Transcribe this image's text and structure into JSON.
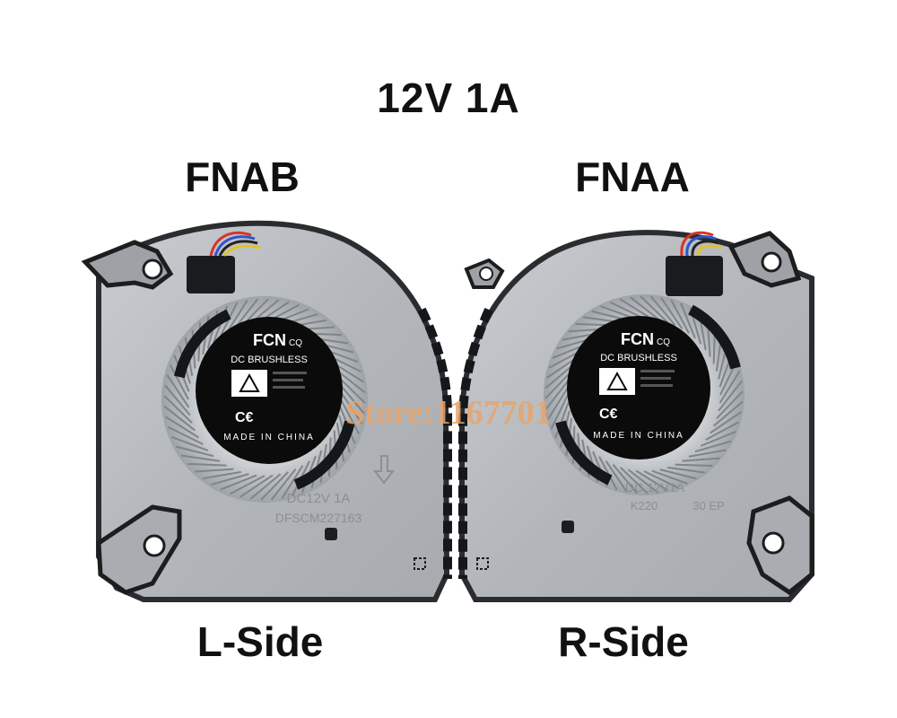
{
  "header": {
    "rating": "12V 1A"
  },
  "fans": [
    {
      "model": "FNAB",
      "side_label": "L-Side",
      "sticker": {
        "brand": "FCN",
        "brand_suffix": "CQ",
        "type": "DC BRUSHLESS",
        "origin": "MADE IN CHINA"
      },
      "stamp_line1": "DC12V 1A",
      "stamp_line2": "DFSCM227163"
    },
    {
      "model": "FNAA",
      "side_label": "R-Side",
      "sticker": {
        "brand": "FCN",
        "brand_suffix": "CQ",
        "type": "DC BRUSHLESS",
        "origin": "MADE IN CHINA"
      },
      "stamp_line1": "DC 12V1A",
      "stamp_line2": "K220",
      "stamp_line3": "30 EP"
    }
  ],
  "watermark": "Store:1167701",
  "colors": {
    "housing": "#b9bdc1",
    "housing_edge": "#2a2c2f",
    "sticker": "#0b0b0b",
    "watermark": "#e8a36a"
  }
}
